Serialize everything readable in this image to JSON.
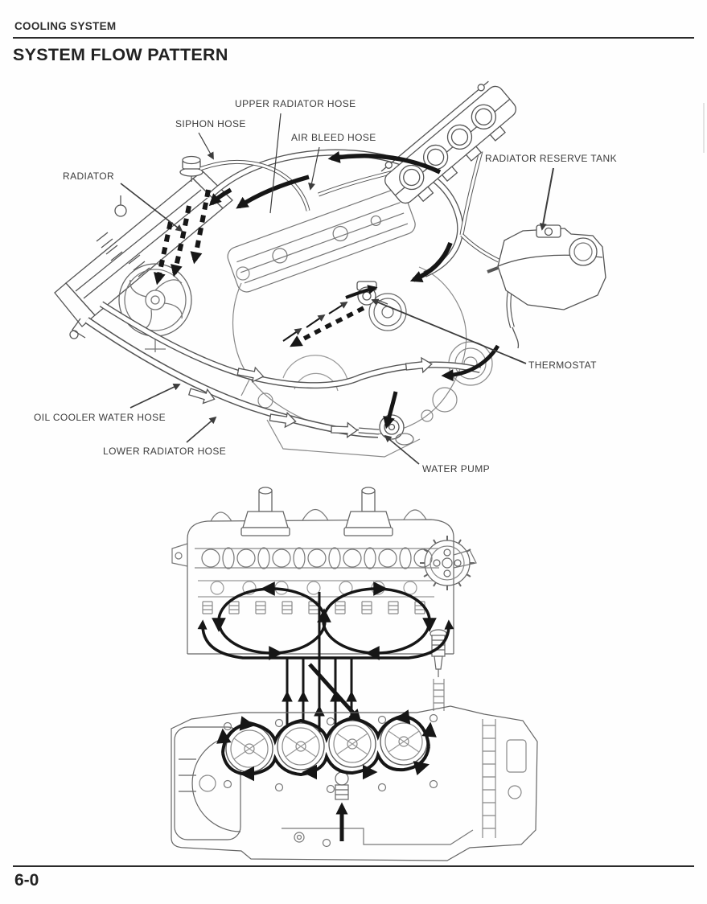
{
  "page": {
    "header": "COOLING SYSTEM",
    "title": "SYSTEM FLOW PATTERN",
    "page_number": "6-0"
  },
  "diagram": {
    "description": "Cooling system flow pattern line drawing: engine left-side view with hoses and flow arrows (top), cylinder head and cylinder block coolant circulation views (bottom)",
    "labels": {
      "upper_radiator_hose": "UPPER RADIATOR HOSE",
      "siphon_hose": "SIPHON HOSE",
      "air_bleed_hose": "AIR BLEED HOSE",
      "radiator_reserve_tank": "RADIATOR RESERVE TANK",
      "radiator": "RADIATOR",
      "thermostat": "THERMOSTAT",
      "oil_cooler_water_hose": "OIL COOLER WATER HOSE",
      "lower_radiator_hose": "LOWER RADIATOR HOSE",
      "water_pump": "WATER PUMP"
    },
    "colors": {
      "paper": "#fefefe",
      "line_art": "#555555",
      "flow_arrow_ink": "#161616",
      "text_ink": "#3b3b3b"
    }
  }
}
